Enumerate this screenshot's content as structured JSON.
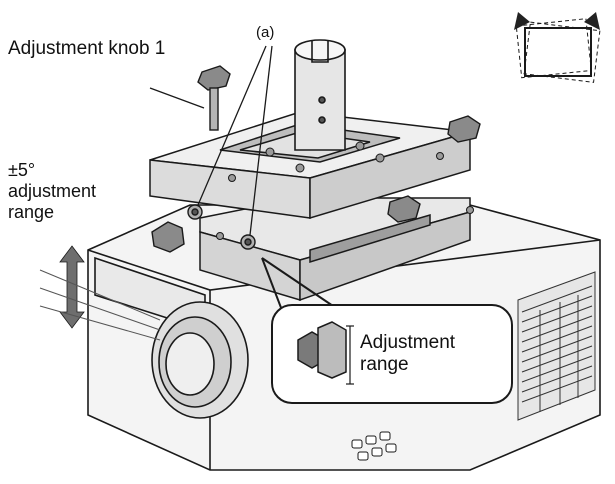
{
  "labels": {
    "adjustment_knob": "Adjustment knob 1",
    "part_a": "(a)",
    "range_deg_line1": "±5°",
    "range_deg_line2": "adjustment",
    "range_deg_line3": "range",
    "inset_line1": "Adjustment",
    "inset_line2": "range"
  },
  "colors": {
    "line": "#1a1a1a",
    "light_fill": "#f2f2f2",
    "mid_fill": "#d9d9d9",
    "dark_fill": "#8a8a8a",
    "arrow_fill": "#6e6e6e"
  }
}
